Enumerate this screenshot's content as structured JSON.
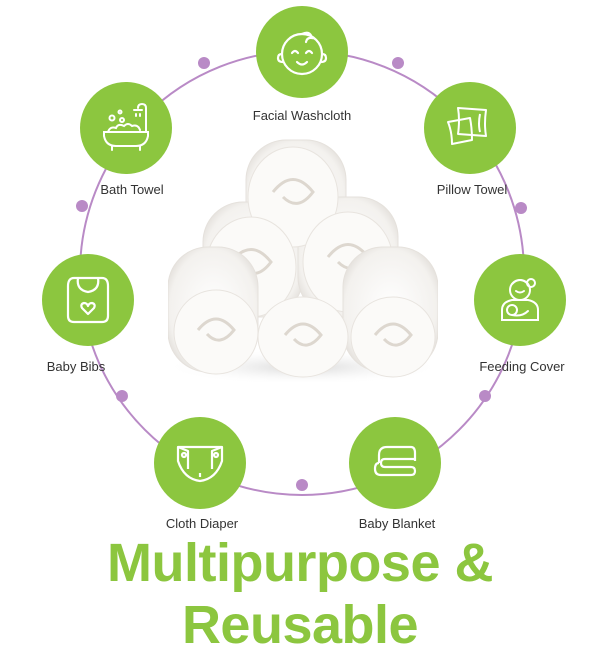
{
  "colors": {
    "accent_green": "#8cc63f",
    "ring_purple": "#b98ac6",
    "label_text": "#333333"
  },
  "center_image": {
    "description": "Stack of six rolled white muslin towels arranged in a pyramid"
  },
  "features": [
    {
      "id": "facial",
      "label": "Facial Washcloth",
      "icon": "baby-face-icon"
    },
    {
      "id": "pillow",
      "label": "Pillow Towel",
      "icon": "pillows-icon"
    },
    {
      "id": "feeding",
      "label": "Feeding Cover",
      "icon": "nursing-mother-icon"
    },
    {
      "id": "blanket",
      "label": "Baby Blanket",
      "icon": "folded-blanket-icon"
    },
    {
      "id": "diaper",
      "label": "Cloth Diaper",
      "icon": "diaper-icon"
    },
    {
      "id": "bibs",
      "label": "Baby Bibs",
      "icon": "bib-icon"
    },
    {
      "id": "bath",
      "label": "Bath Towel",
      "icon": "bathtub-icon"
    }
  ],
  "headline": "Multipurpose & Reusable"
}
